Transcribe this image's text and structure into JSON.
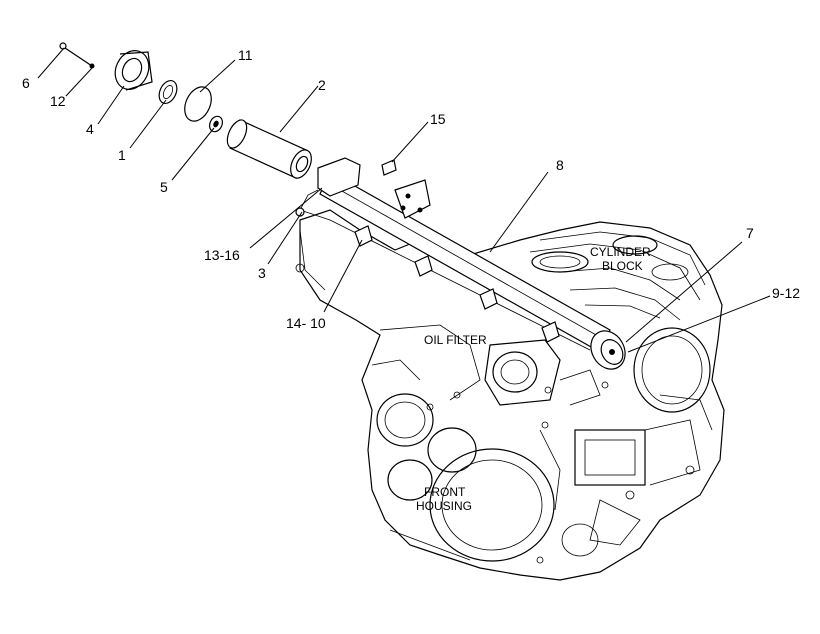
{
  "callouts": {
    "c6": "6",
    "c12": "12",
    "c4": "4",
    "c1": "1",
    "c11": "11",
    "c5": "5",
    "c2": "2",
    "c15": "15",
    "c8": "8",
    "c13_16": "13-16",
    "c3": "3",
    "c14_10": "14- 10",
    "c7": "7",
    "c9_12": "9-12"
  },
  "component_labels": {
    "cylinder_block_line1": "CYLINDER",
    "cylinder_block_line2": "BLOCK",
    "oil_filter": "OIL FILTER",
    "front_housing_line1": "FRONT",
    "front_housing_line2": "HOUSING"
  },
  "icons": [
    "bolt-icon",
    "seal-ring-icon",
    "gasket-icon",
    "filter-element-icon",
    "tube-assembly-icon",
    "engine-block-icon"
  ]
}
